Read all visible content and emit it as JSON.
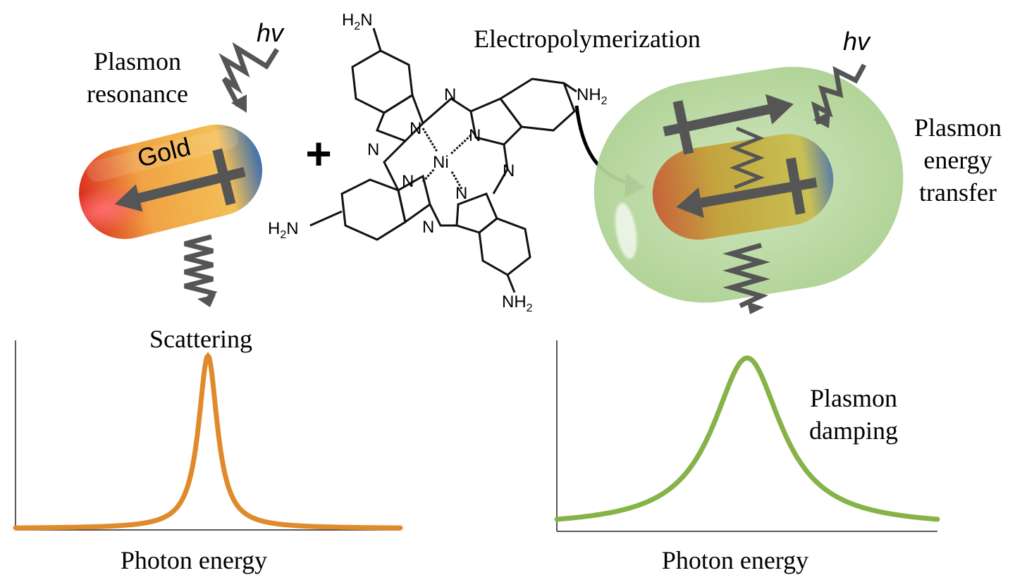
{
  "left_panel": {
    "resonance_label": [
      "Plasmon",
      "resonance"
    ],
    "rod_label": "Gold",
    "light_label": "hv",
    "scattering_label": "Scattering",
    "rod_color_start": "#d92b1e",
    "rod_color_mid": "#f3b84a",
    "rod_color_end": "#3b6fb0"
  },
  "plus_sign": "+",
  "molecule": {
    "process_label": "Electropolymerization",
    "center_atom": "Ni",
    "ring_atom": "N",
    "amine_group": "NH",
    "amine_group_left": "H",
    "amine_subscript": "2",
    "amine_group_left_tail": "N"
  },
  "right_panel": {
    "light_label": "hv",
    "transfer_label": [
      "Plasmon",
      "energy",
      "transfer"
    ],
    "damping_label": [
      "Plasmon",
      "damping"
    ],
    "shell_color": "#b9d9a2"
  },
  "charts": [
    {
      "type": "line",
      "title": "",
      "xlabel": "Photon energy",
      "ylabel": "",
      "curve": "lorentzian",
      "peak_position_fraction": 0.5,
      "half_width_fraction": 0.03,
      "baseline_fraction": 0.0,
      "color": "#e08a2c"
    },
    {
      "type": "line",
      "title": "",
      "xlabel": "Photon energy",
      "ylabel": "",
      "curve": "lorentzian",
      "peak_position_fraction": 0.5,
      "half_width_fraction": 0.11,
      "baseline_fraction": 0.0,
      "color": "#86b347"
    }
  ]
}
